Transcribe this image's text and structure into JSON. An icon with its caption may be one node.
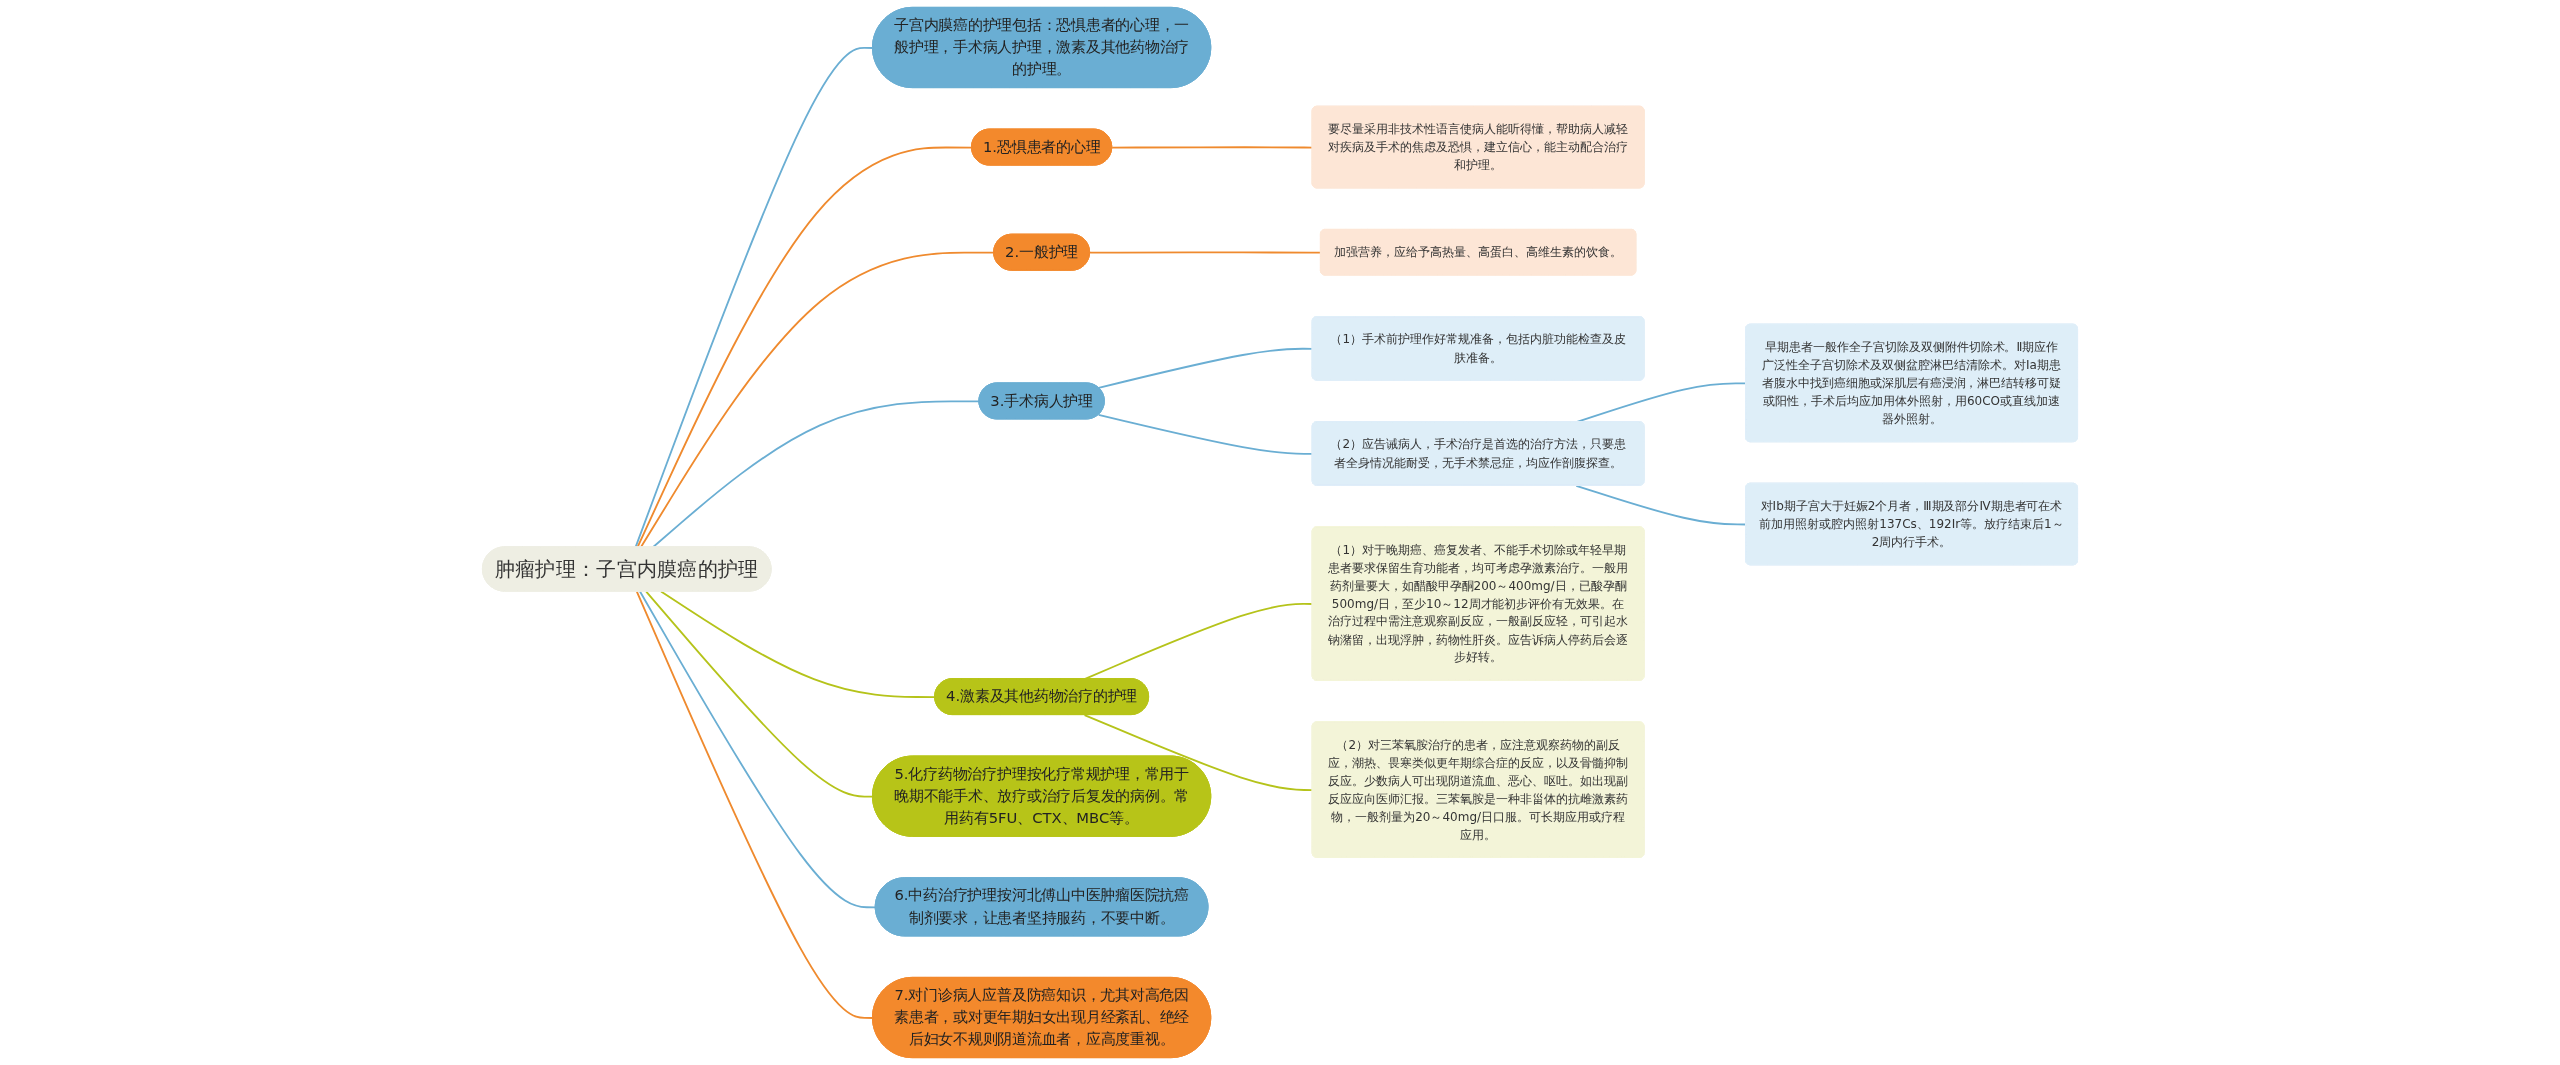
{
  "diagram": {
    "nodes": [
      {
        "text": [
          "肿瘤护理：子宫内膜癌的护理"
        ]
      },
      {
        "text": [
          "子宫内膜癌的护理包括：恐惧患者的心理，一般护理，手术病人护理，激素及其他药物治疗的护理。"
        ]
      },
      {
        "text": [
          "1.恐惧患者的心理"
        ]
      },
      {
        "text": [
          "要尽量采用非技术性语言使病人能听得懂，帮助病人减轻对疾病及手术的焦虑及恐惧，建立信心，能主动配合治疗和护理。"
        ]
      },
      {
        "text": [
          "2.一般护理"
        ]
      },
      {
        "text": [
          "加强营养，应给予高热量、高蛋白、高维生素的饮食。"
        ]
      },
      {
        "text": [
          "3.手术病人护理"
        ]
      },
      {
        "text": [
          "（1）手术前护理作好常规准备，包括内脏功能检查及皮肤准备。"
        ]
      },
      {
        "text": [
          "（2）应告诫病人，手术治疗是首选的治疗方法，只要患者全身情况能耐受，无手术禁忌症，均应作剖腹探查。"
        ]
      },
      {
        "text": [
          "早期患者一般作全子宫切除及双侧附件切除术。Ⅱ期应作广泛性全子宫切除术及双侧盆腔淋巴结清除术。对Ⅰa期患者腹水中找到癌细胞或深肌层有癌浸润，淋巴结转移可疑或阳性，手术后均应加用体外照射，用60CO或直线加速器外照射。"
        ]
      },
      {
        "text": [
          "对Ⅰb期子宫大于妊娠2个月者，Ⅲ期及部分Ⅳ期患者可在术前加用照射或腔内照射137Cs、192Ir等。放疗结束后1～2周内行手术。"
        ]
      },
      {
        "text": [
          "4.激素及其他药物治疗的护理"
        ]
      },
      {
        "text": [
          "（1）对于晚期癌、癌复发者、不能手术切除或年轻早期患者要求保留生育功能者，均可考虑孕激素治疗。一般用药剂量要大，如醋酸甲孕酮200～400mg/日，已酸孕酮500mg/日，至少10～12周才能初步评价有无效果。在治疗过程中需注意观察副反应，一般副反应轻，可引起水钠潴留，出现浮肿，药物性肝炎。应告诉病人停药后会逐步好转。"
        ]
      },
      {
        "text": [
          "（2）对三苯氧胺治疗的患者，应注意观察药物的副反应，潮热、畏寒类似更年期综合症的反应，以及骨髓抑制反应。少数病人可出现阴道流血、恶心、呕吐。如出现副反应应向医师汇报。三苯氧胺是一种非甾体的抗雌激素药物，一般剂量为20～40mg/日口服。可长期应用或疗程应用。"
        ]
      },
      {
        "text": [
          "5.化疗药物治疗护理按化疗常规护理，常用于晚期不能手术、放疗或治疗后复发的病例。常用药有5FU、CTX、MBC等。"
        ]
      },
      {
        "text": [
          "6.中药治疗护理按河北傅山中医肿瘤医院抗癌制剂要求，让患者坚持服药，不要中断。"
        ]
      },
      {
        "text": [
          "7.对门诊病人应普及防癌知识，尤其对高危因素患者，或对更年期妇女出现月经紊乱、绝经后妇女不规则阴道流血者，应高度重视。"
        ]
      }
    ],
    "edges": [
      {
        "from": 0,
        "to": 1,
        "arrow": "none",
        "color": "#6aaed3"
      },
      {
        "from": 0,
        "to": 2,
        "arrow": "none",
        "color": "#ef8a2e"
      },
      {
        "from": 2,
        "to": 3,
        "arrow": "none",
        "color": "#ef8a2e"
      },
      {
        "from": 0,
        "to": 4,
        "arrow": "none",
        "color": "#ef8a2e"
      },
      {
        "from": 4,
        "to": 5,
        "arrow": "none",
        "color": "#ef8a2e"
      },
      {
        "from": 0,
        "to": 6,
        "arrow": "none",
        "color": "#6aaed3"
      },
      {
        "from": 6,
        "to": 7,
        "arrow": "none",
        "color": "#6aaed3"
      },
      {
        "from": 6,
        "to": 8,
        "arrow": "none",
        "color": "#6aaed3"
      },
      {
        "from": 8,
        "to": 9,
        "arrow": "none",
        "color": "#6aaed3"
      },
      {
        "from": 8,
        "to": 10,
        "arrow": "none",
        "color": "#6aaed3"
      },
      {
        "from": 0,
        "to": 11,
        "arrow": "none",
        "color": "#b5c31a"
      },
      {
        "from": 11,
        "to": 12,
        "arrow": "none",
        "color": "#b5c31a"
      },
      {
        "from": 11,
        "to": 13,
        "arrow": "none",
        "color": "#b5c31a"
      },
      {
        "from": 0,
        "to": 14,
        "arrow": "none",
        "color": "#b5c31a"
      },
      {
        "from": 0,
        "to": 15,
        "arrow": "none",
        "color": "#6aaed3"
      },
      {
        "from": 0,
        "to": 16,
        "arrow": "none",
        "color": "#ef8a2e"
      }
    ]
  }
}
